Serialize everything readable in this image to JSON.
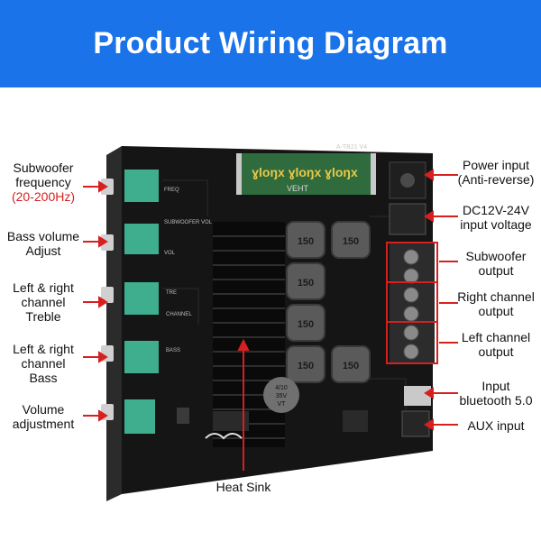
{
  "title": "Product Wiring Diagram",
  "colors": {
    "banner": "#1a73e8",
    "accent_red": "#d62020",
    "board": "#151515",
    "knob": "#3fae8f"
  },
  "board_marks": {
    "capacitor": "ɣloŋx  ɣloŋx  ɣloŋx",
    "capacitor_sub": "VEHT",
    "model": "A-TB21 V4",
    "inductor_code": "150",
    "small_cap_1": "4/10",
    "small_cap_2": "35V",
    "small_cap_3": "VT",
    "silk": [
      "FREQ",
      "SUBWOOFER VOL",
      "TRE",
      "CHANNEL",
      "BASS",
      "VOL"
    ]
  },
  "left_labels": [
    {
      "lines": [
        "Subwoofer",
        "frequency"
      ],
      "note": "(20-200Hz)"
    },
    {
      "lines": [
        "Bass volume",
        "Adjust"
      ]
    },
    {
      "lines": [
        "Left & right",
        "channel",
        "Treble"
      ]
    },
    {
      "lines": [
        "Left & right",
        "channel",
        "Bass"
      ]
    },
    {
      "lines": [
        "Volume",
        "adjustment"
      ]
    }
  ],
  "right_labels": [
    {
      "lines": [
        "Power input",
        "(Anti-reverse)"
      ]
    },
    {
      "lines": [
        "DC12V-24V",
        "input voltage"
      ]
    },
    {
      "lines": [
        "Subwoofer",
        "output"
      ]
    },
    {
      "lines": [
        "Right channel",
        "output"
      ]
    },
    {
      "lines": [
        "Left channel",
        "output"
      ]
    },
    {
      "lines": [
        "Input",
        "bluetooth 5.0"
      ]
    },
    {
      "lines": [
        "AUX input"
      ]
    }
  ],
  "bottom_label": "Heat Sink"
}
